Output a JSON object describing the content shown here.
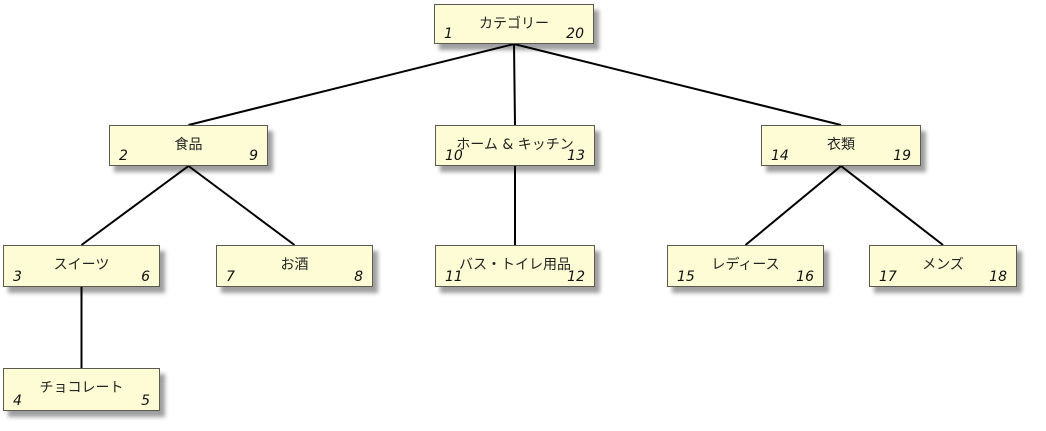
{
  "tree": {
    "nodes": [
      {
        "id": "root",
        "label": "カテゴリー",
        "left": "1",
        "right": "20"
      },
      {
        "id": "food",
        "label": "食品",
        "left": "2",
        "right": "9"
      },
      {
        "id": "home",
        "label": "ホーム & キッチン",
        "left": "10",
        "right": "13"
      },
      {
        "id": "clothing",
        "label": "衣類",
        "left": "14",
        "right": "19"
      },
      {
        "id": "sweets",
        "label": "スイーツ",
        "left": "3",
        "right": "6"
      },
      {
        "id": "alcohol",
        "label": "お酒",
        "left": "7",
        "right": "8"
      },
      {
        "id": "bath",
        "label": "バス・トイレ用品",
        "left": "11",
        "right": "12"
      },
      {
        "id": "ladies",
        "label": "レディース",
        "left": "15",
        "right": "16"
      },
      {
        "id": "mens",
        "label": "メンズ",
        "left": "17",
        "right": "18"
      },
      {
        "id": "chocolate",
        "label": "チョコレート",
        "left": "4",
        "right": "5"
      }
    ],
    "edges": [
      [
        "root",
        "food"
      ],
      [
        "root",
        "home"
      ],
      [
        "root",
        "clothing"
      ],
      [
        "food",
        "sweets"
      ],
      [
        "food",
        "alcohol"
      ],
      [
        "home",
        "bath"
      ],
      [
        "clothing",
        "ladies"
      ],
      [
        "clothing",
        "mens"
      ],
      [
        "sweets",
        "chocolate"
      ]
    ]
  }
}
